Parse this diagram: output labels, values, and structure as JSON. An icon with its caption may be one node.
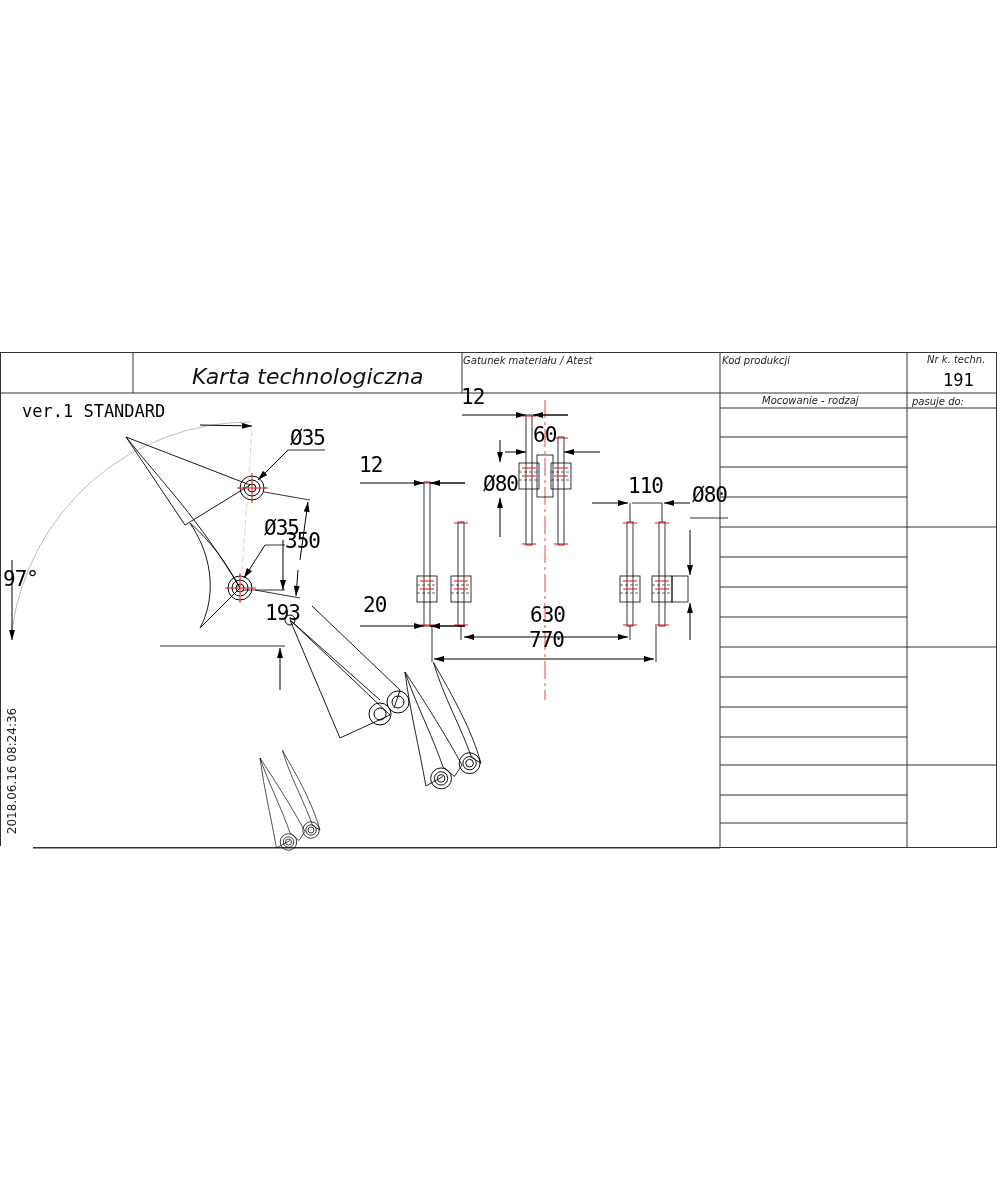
{
  "diagram": {
    "title": "Karta technologiczna",
    "labels": [
      "Gatunek materiału / Atest",
      "Kod produkcji",
      "Nr k. techn.",
      "191",
      "ver.1 STANDARD",
      "Mocowanie - rodzaj",
      "pasuje do:",
      "12",
      "Ø35",
      "60",
      "12",
      "Ø80",
      "110",
      "Ø80",
      "Ø35",
      "350",
      "97°",
      "193",
      "20",
      "630",
      "770",
      "2018.06.16 08:24:36"
    ]
  }
}
